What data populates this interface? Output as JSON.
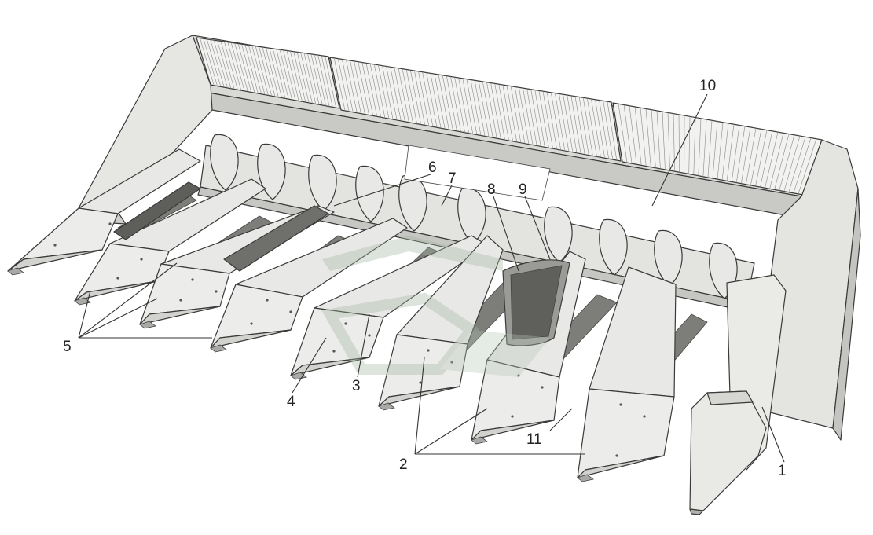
{
  "figure": {
    "labels": [
      {
        "id": "1",
        "text": "1"
      },
      {
        "id": "2",
        "text": "2"
      },
      {
        "id": "3",
        "text": "3"
      },
      {
        "id": "4",
        "text": "4"
      },
      {
        "id": "5",
        "text": "5"
      },
      {
        "id": "6",
        "text": "6"
      },
      {
        "id": "7",
        "text": "7"
      },
      {
        "id": "8",
        "text": "8"
      },
      {
        "id": "9",
        "text": "9"
      },
      {
        "id": "10",
        "text": "10"
      },
      {
        "id": "11",
        "text": "11"
      }
    ]
  },
  "colors": {
    "panel": "#e8e8e6",
    "panel_shade": "#d2d2cf",
    "panel_dark": "#a9a9a6",
    "deck": "#7d7d7a",
    "outline": "#3a3a3a",
    "watermark": "#cfd8cf"
  }
}
